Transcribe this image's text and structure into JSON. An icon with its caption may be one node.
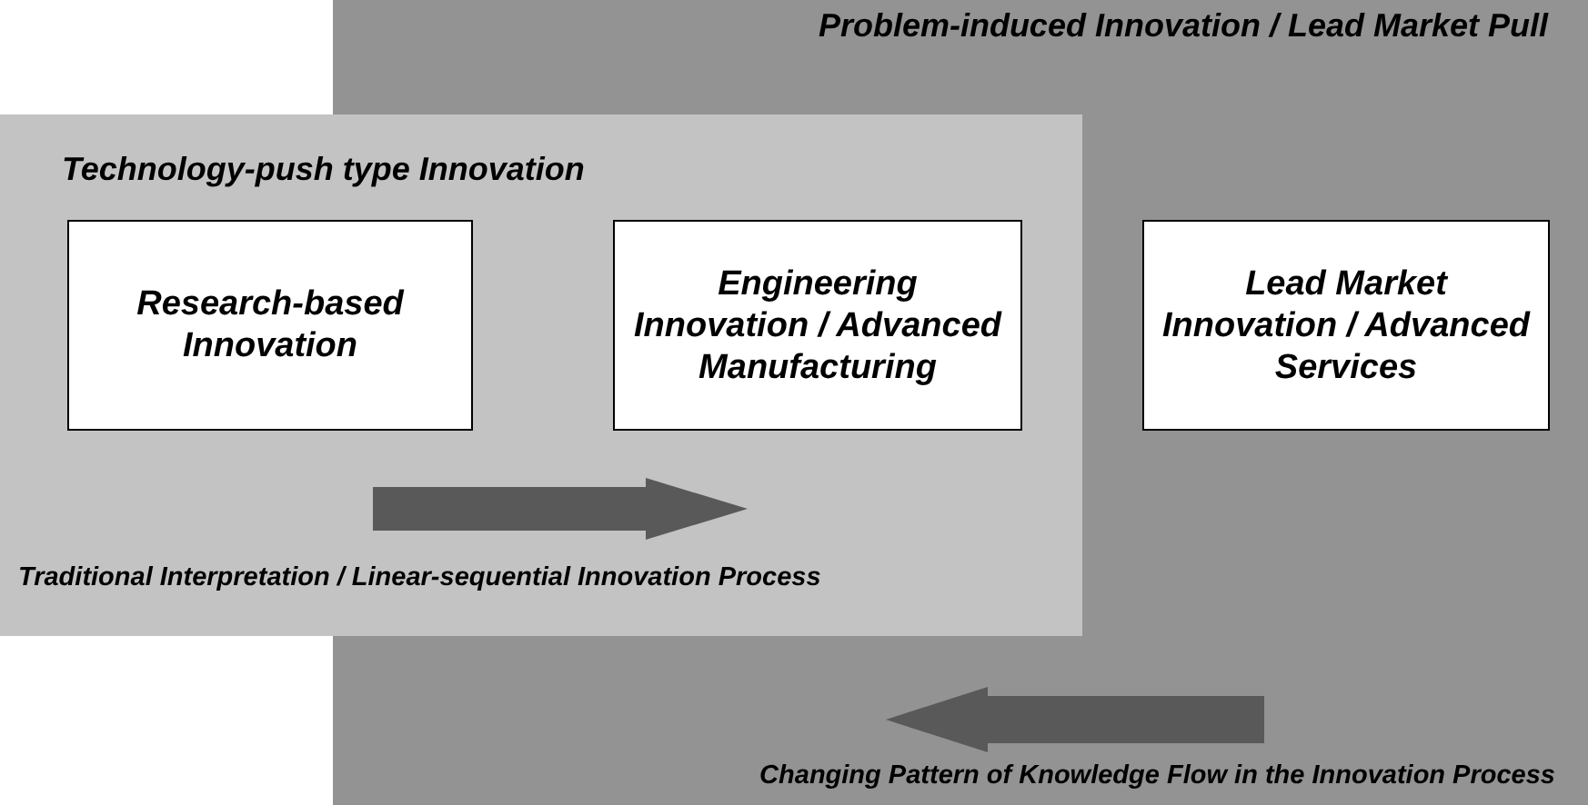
{
  "diagram": {
    "nodes": [
      {
        "text": [
          "Problem-induced Innovation / Lead Market Pull",
          "Changing Pattern of Knowledge Flow in the Innovation Process"
        ]
      },
      {
        "text": [
          "Technology-push type Innovation",
          "Traditional Interpretation / Linear-sequential Innovation Process"
        ]
      },
      {
        "text": [
          "Research-based Innovation"
        ],
        "in": 1
      },
      {
        "text": [
          "Engineering Innovation / Advanced Manufacturing"
        ]
      },
      {
        "text": [
          "Lead Market Innovation / Advanced Services"
        ],
        "in": 0
      }
    ]
  }
}
